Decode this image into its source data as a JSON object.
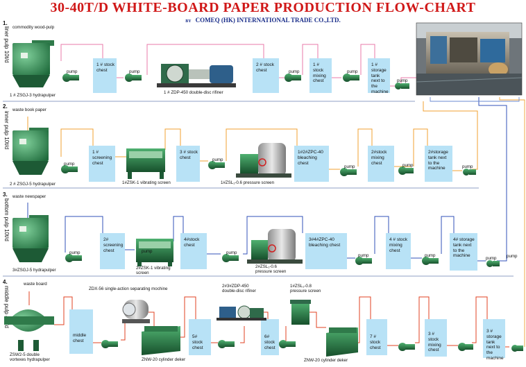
{
  "header": {
    "title": "30-40T/D WHITE-BOARD PAPER PRODUCTION FLOW-CHART",
    "by": "BY",
    "company": "COMEQ (HK) INTERNATIONAL TRADE CO.,LTD."
  },
  "colors": {
    "title": "#d01818",
    "company": "#1a2e8a",
    "box": "#b8e2f6",
    "pipe_a": "#e879a8",
    "pipe_b": "#f0a030",
    "pipe_c": "#3050b8",
    "pipe_d": "#e04020",
    "rail": "#6a8ad0"
  },
  "rows": [
    {
      "number": "1.",
      "side_label": "liner pulp 10t/d",
      "raw_material": "commodity wood-pulp",
      "pulper_label": "1 # ZSGJ-3 hydrapulper",
      "pump_labels": [
        "pump",
        "pump",
        "pump",
        "pump",
        "pump"
      ],
      "equipment": [
        {
          "label": "1 # ZDP-450 double-disc rifiner"
        }
      ],
      "boxes": [
        {
          "text": "1 # stock chest"
        },
        {
          "text": "2 # stock chest"
        },
        {
          "text": "1 # stock mixing chest"
        },
        {
          "text": "1 # storage tank next to the machine"
        }
      ]
    },
    {
      "number": "2.",
      "side_label": "inner pulp 10t/d",
      "raw_material": "waste book paper",
      "pulper_label": "2 # ZSGJ-5 hydrapulper",
      "pump_labels": [
        "pump",
        "pump",
        "pump",
        "pump",
        "pump"
      ],
      "equipment": [
        {
          "label": "1#ZSK-1 vibrating screen"
        },
        {
          "label": "1#ZSL₁-0.6 pressure screen"
        }
      ],
      "boxes": [
        {
          "text": "1 # screening chest"
        },
        {
          "text": "3 # stock chest"
        },
        {
          "text": "1#2#ZPC-40 bleaching chest"
        },
        {
          "text": "2#stock mixing chest"
        },
        {
          "text": "2#storage tank next to the machine"
        }
      ]
    },
    {
      "number": "3.",
      "side_label": "bottom pulp 10t/d",
      "raw_material": "waste newspaper",
      "pulper_label": "3#ZSGJ-5 hydrapulper",
      "pump_labels": [
        "pump",
        "pump",
        "pump",
        "pump",
        "pump",
        "pump",
        "pump"
      ],
      "equipment": [
        {
          "label": "2#ZSK-1 vibrating screen"
        },
        {
          "label": "2#ZSL₁-0.6 pressure screen"
        }
      ],
      "boxes": [
        {
          "text": "2# screening chest"
        },
        {
          "text": "4#stock chest"
        },
        {
          "text": "3#4#ZPC-40 bleaching chest"
        },
        {
          "text": "4 # stock mixing chest"
        },
        {
          "text": "4# storage tank next to the machine"
        }
      ]
    },
    {
      "number": "4.",
      "side_label": "middle pulp 40t/d",
      "raw_material": "waste board",
      "pulper_label": "ZSW2-5 double vortexes hydrapulper",
      "pump_labels": [],
      "equipment": [
        {
          "label": "ZDX-56 single-action separating mochine"
        },
        {
          "label": "ZNW-20 cylinder deker"
        },
        {
          "label": "2#3#ZDP-450 double-disc rifiner"
        },
        {
          "label": "1#ZSL₁-0.8 pressure screen"
        },
        {
          "label": "ZNW-20 cylinder deker"
        }
      ],
      "boxes": [
        {
          "text": "middle chest"
        },
        {
          "text": "5# stock chest"
        },
        {
          "text": "6# stock chest"
        },
        {
          "text": "7 # stock chest"
        },
        {
          "text": "3 # stock mixing chest"
        },
        {
          "text": "3 # storage tank next to the machine"
        }
      ]
    }
  ]
}
